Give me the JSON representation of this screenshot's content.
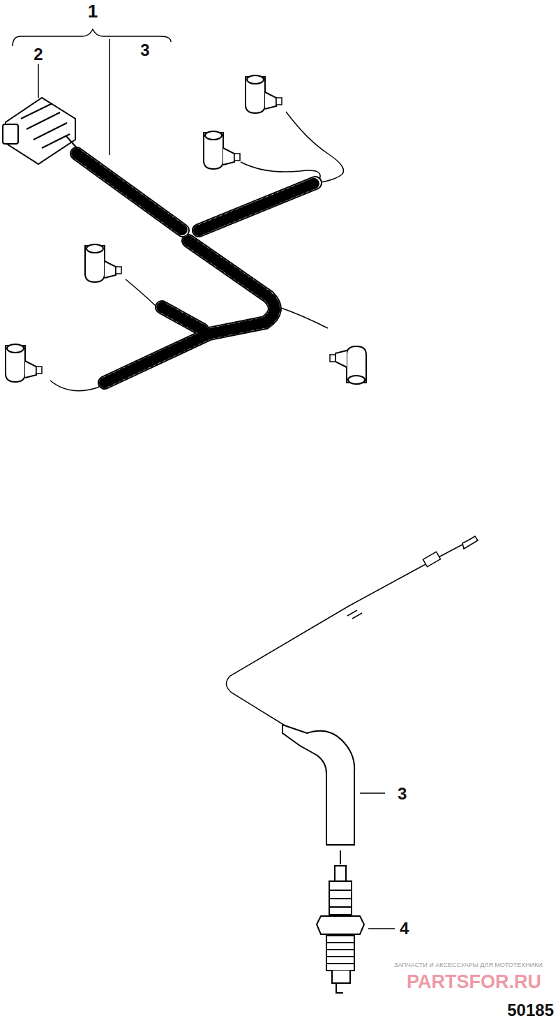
{
  "diagram": {
    "labels": [
      "1",
      "2",
      "3",
      "3",
      "4",
      "50185",
      "ЗАПЧАСТИ И АКСЕССУАРЫ ДЛЯ МОТОТЕХНИКИ",
      "PARTSFOR.RU"
    ]
  }
}
